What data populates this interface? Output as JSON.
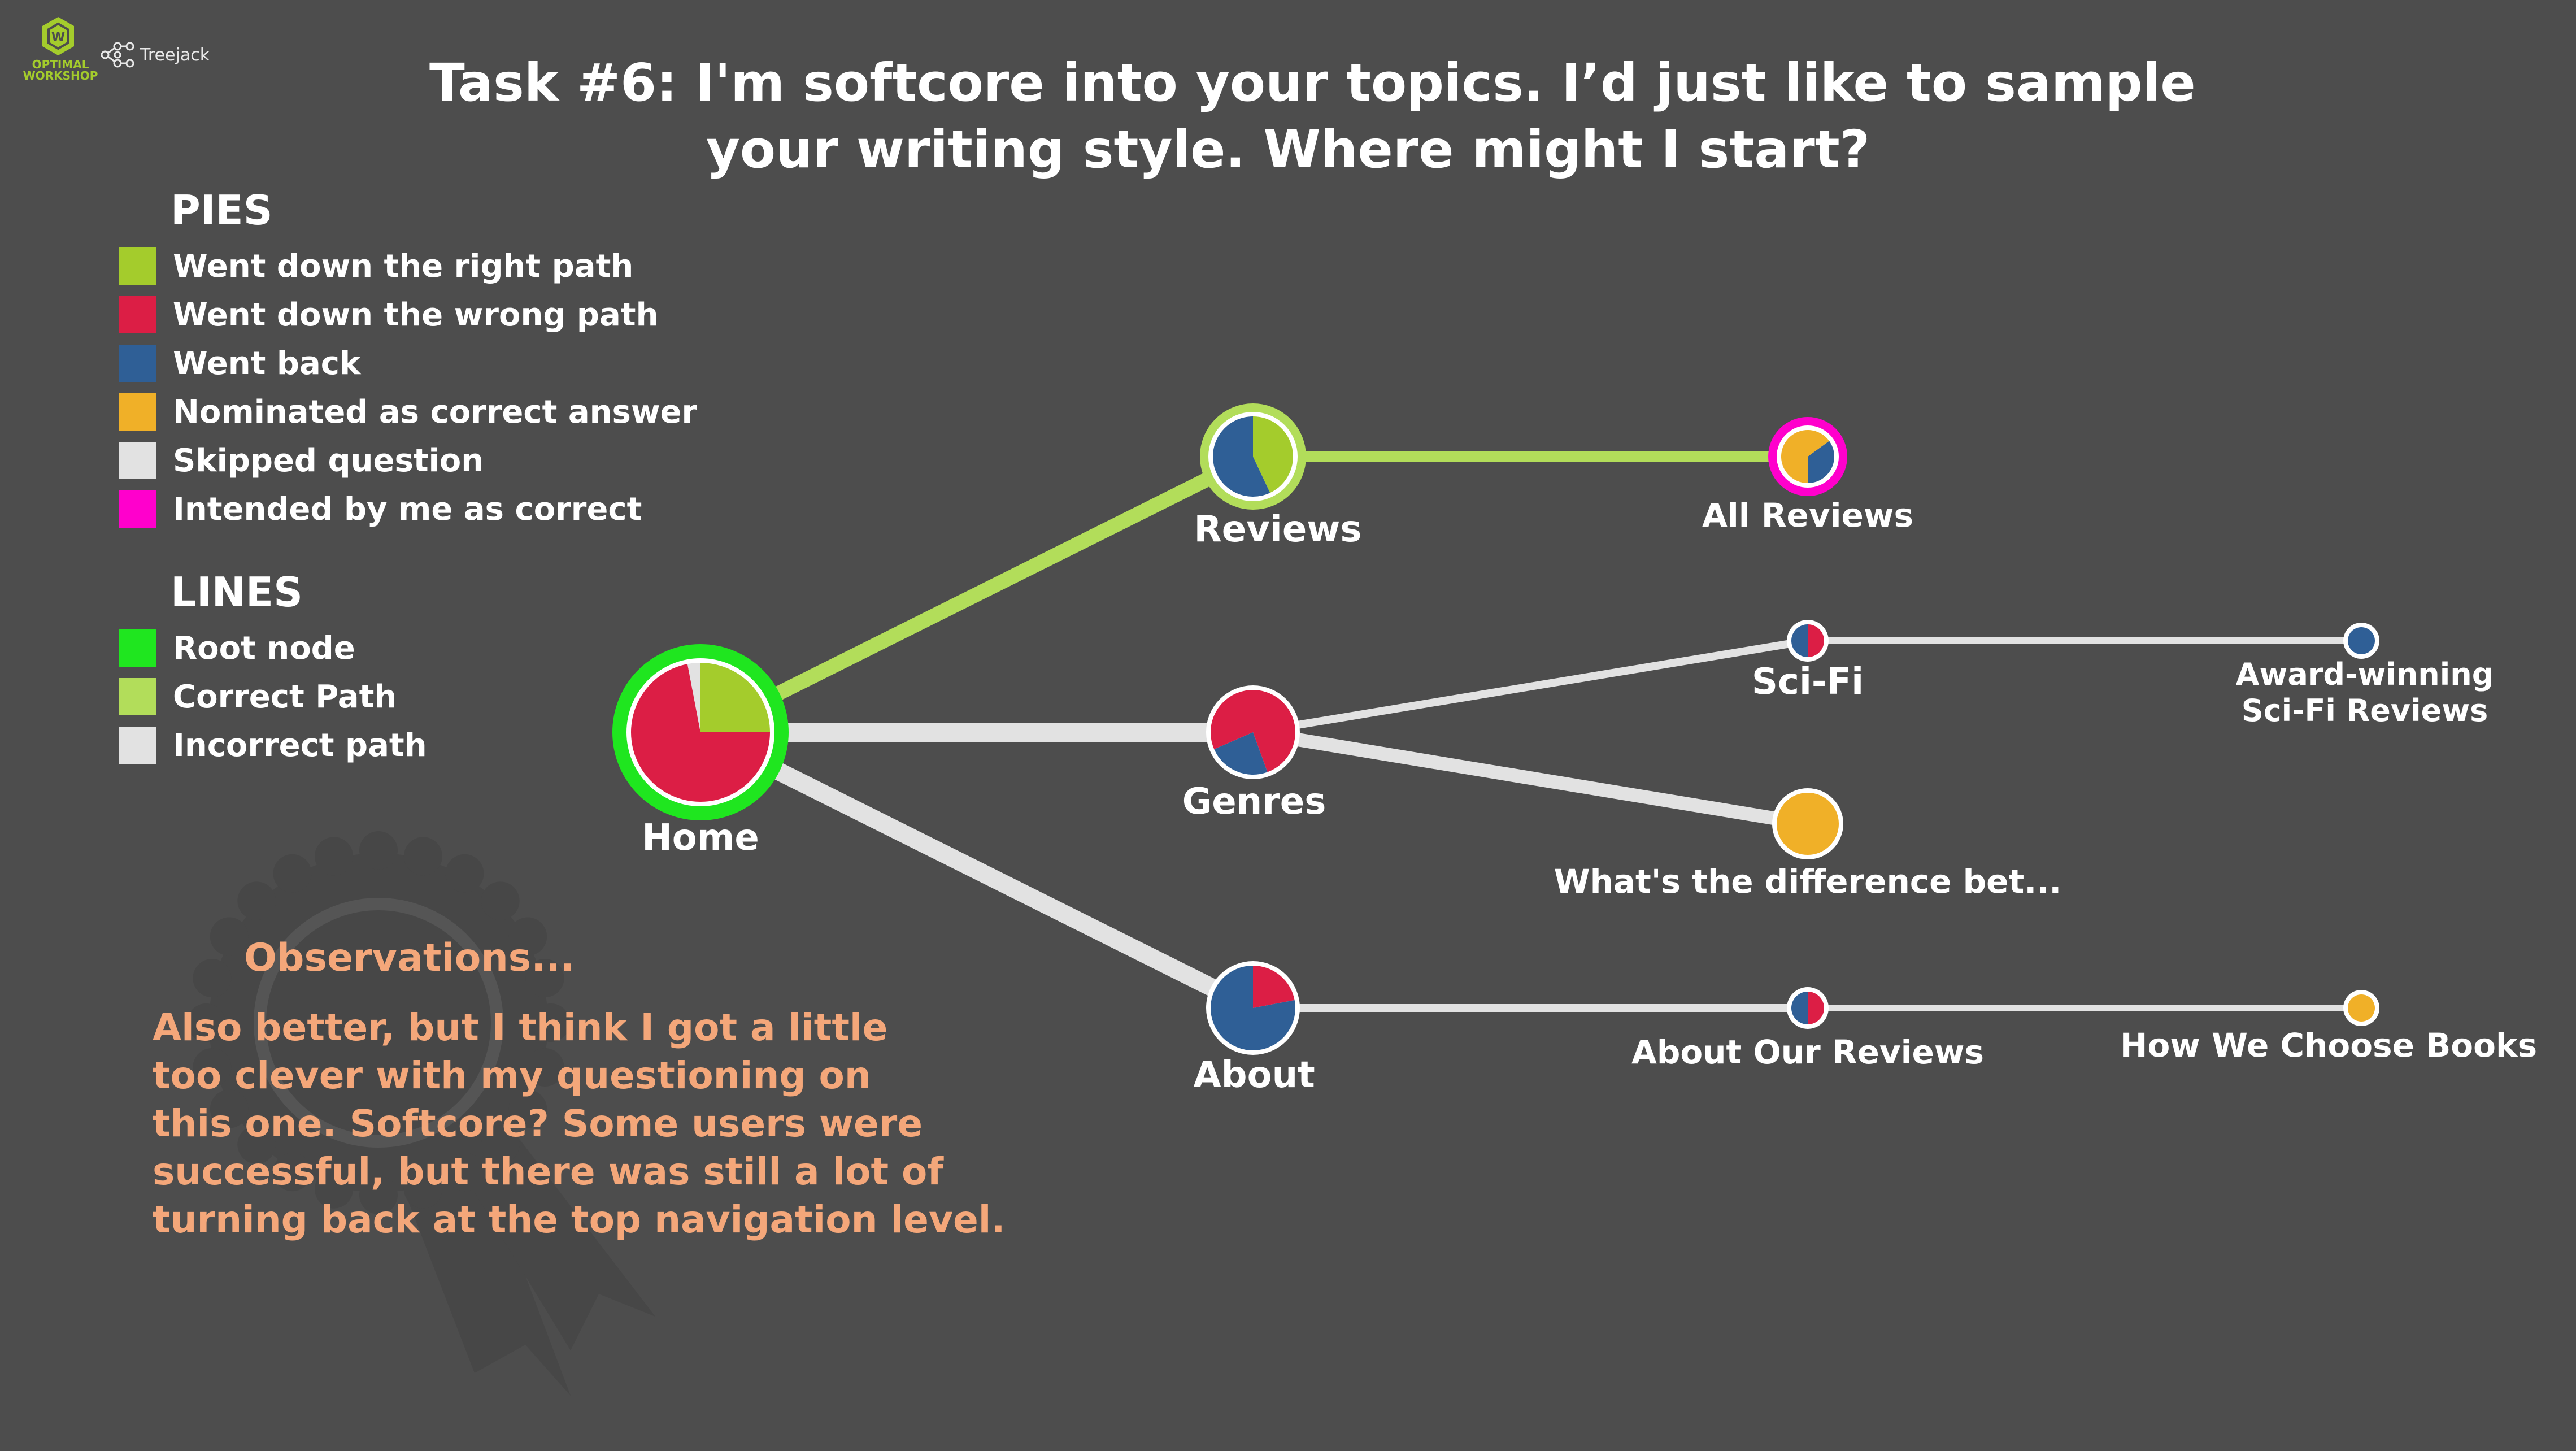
{
  "brand": {
    "name_line1": "OPTIMAL",
    "name_line2": "WORKSHOP",
    "product": "Treejack"
  },
  "title": {
    "line1": "Task #6: I'm softcore into your topics. I’d just like to sample",
    "line2": "your writing style. Where might I start?"
  },
  "legend": {
    "pies_heading": "PIES",
    "pies": [
      {
        "label": "Went down the right path",
        "color": "#a4cc2c"
      },
      {
        "label": "Went down the wrong path",
        "color": "#dc1e45"
      },
      {
        "label": "Went back",
        "color": "#2f5f96"
      },
      {
        "label": "Nominated as correct answer",
        "color": "#f0b028"
      },
      {
        "label": "Skipped question",
        "color": "#e2e2e2"
      },
      {
        "label": "Intended by me as correct",
        "color": "#ff00cc"
      }
    ],
    "lines_heading": "LINES",
    "lines": [
      {
        "label": "Root node",
        "color": "#1fe61f"
      },
      {
        "label": "Correct Path",
        "color": "#b2dd5a"
      },
      {
        "label": "Incorrect path",
        "color": "#e2e2e2"
      }
    ]
  },
  "tree": {
    "nodes": [
      {
        "id": "home",
        "label": "Home",
        "ring": "root",
        "slices": [
          {
            "part": "right",
            "value": 0.25
          },
          {
            "part": "wrong",
            "value": 0.72
          },
          {
            "part": "skipped",
            "value": 0.03
          }
        ]
      },
      {
        "id": "reviews",
        "label": "Reviews",
        "ring": "correct",
        "slices": [
          {
            "part": "right",
            "value": 0.43
          },
          {
            "part": "back",
            "value": 0.57
          }
        ]
      },
      {
        "id": "genres",
        "label": "Genres",
        "ring": "normal",
        "slices": [
          {
            "part": "wrong",
            "value": 0.76
          },
          {
            "part": "back",
            "value": 0.24
          }
        ]
      },
      {
        "id": "about",
        "label": "About",
        "ring": "normal",
        "slices": [
          {
            "part": "wrong",
            "value": 0.22
          },
          {
            "part": "back",
            "value": 0.78
          }
        ]
      },
      {
        "id": "all-reviews",
        "label": "All Reviews",
        "ring": "intended",
        "slices": [
          {
            "part": "back",
            "value": 0.35
          },
          {
            "part": "nominated",
            "value": 0.65
          }
        ]
      },
      {
        "id": "sci-fi",
        "label": "Sci-Fi",
        "ring": "normal",
        "slices": [
          {
            "part": "wrong",
            "value": 0.5
          },
          {
            "part": "back",
            "value": 0.5
          }
        ]
      },
      {
        "id": "award-winning",
        "label_line1": "Award-winning",
        "label_line2": "Sci-Fi Reviews",
        "ring": "normal",
        "slices": [
          {
            "part": "back",
            "value": 1.0
          }
        ]
      },
      {
        "id": "whats-the-difference",
        "label": "What's the difference bet...",
        "ring": "normal",
        "slices": [
          {
            "part": "nominated",
            "value": 1.0
          }
        ]
      },
      {
        "id": "about-our-reviews",
        "label": "About Our Reviews",
        "ring": "normal",
        "slices": [
          {
            "part": "wrong",
            "value": 0.5
          },
          {
            "part": "back",
            "value": 0.5
          }
        ]
      },
      {
        "id": "how-we-choose-books",
        "label": "How We Choose Books",
        "ring": "normal",
        "slices": [
          {
            "part": "nominated",
            "value": 1.0
          }
        ]
      }
    ],
    "edges": [
      {
        "from": "home",
        "to": "reviews",
        "type": "correct"
      },
      {
        "from": "home",
        "to": "genres",
        "type": "incorrect"
      },
      {
        "from": "home",
        "to": "about",
        "type": "incorrect"
      },
      {
        "from": "reviews",
        "to": "all-reviews",
        "type": "correct"
      },
      {
        "from": "genres",
        "to": "sci-fi",
        "type": "incorrect"
      },
      {
        "from": "genres",
        "to": "whats-the-difference",
        "type": "incorrect"
      },
      {
        "from": "sci-fi",
        "to": "award-winning",
        "type": "incorrect"
      },
      {
        "from": "about",
        "to": "about-our-reviews",
        "type": "incorrect"
      },
      {
        "from": "about-our-reviews",
        "to": "how-we-choose-books",
        "type": "incorrect"
      }
    ]
  },
  "observations": {
    "heading": "Observations...",
    "lines": [
      "Also better, but I think I got a little",
      "too clever with my questioning on",
      "this one. Softcore? Some users were",
      "successful, but there was still a lot of",
      "turning back at the top navigation level."
    ]
  },
  "colors": {
    "background": "#4d4d4d",
    "observation_text": "#f4a77a",
    "node_border": "#ffffff",
    "correct_line": "#b2dd5a",
    "incorrect_line": "#e2e2e2",
    "root_ring": "#1fe61f",
    "intended_ring": "#ff00cc"
  }
}
